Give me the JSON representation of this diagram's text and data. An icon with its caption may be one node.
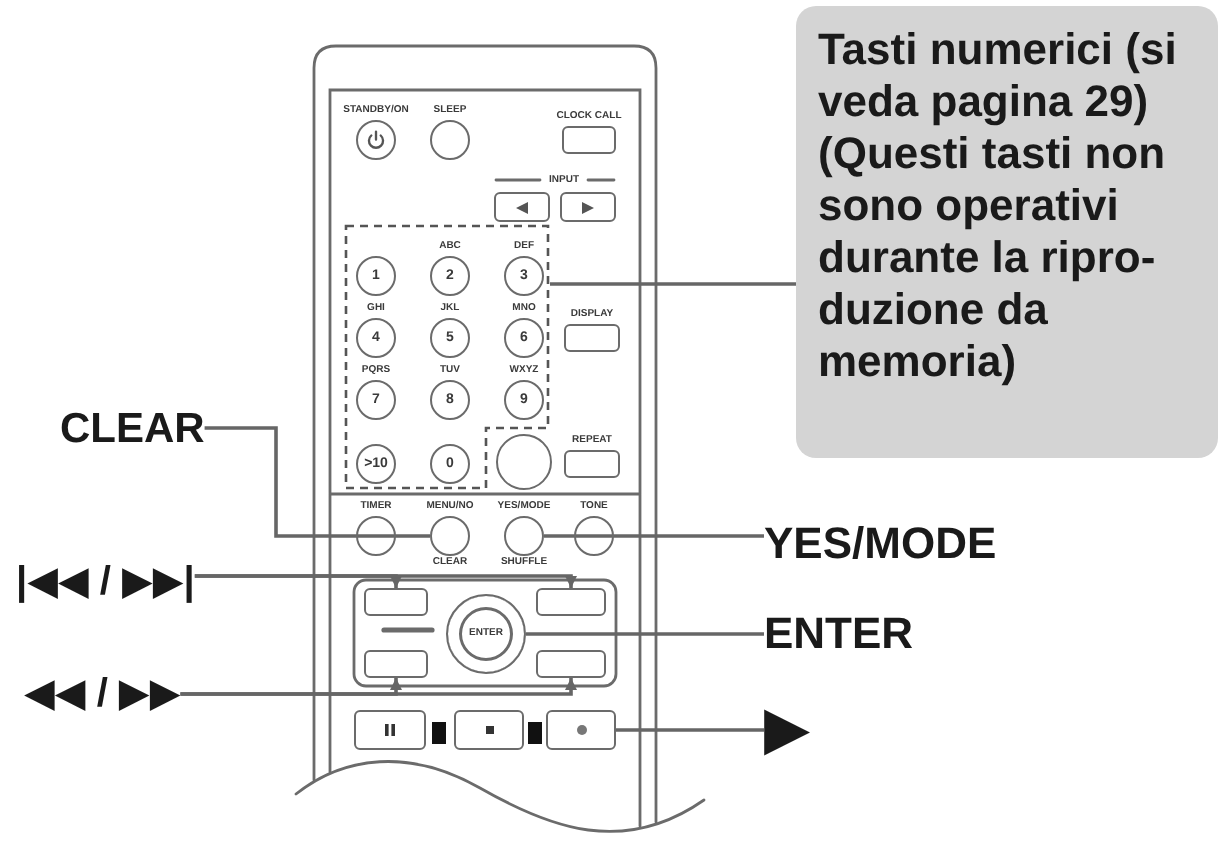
{
  "diagram": {
    "nodes": [
      {
        "text": [
          "Tasti numerici (si veda pagina 29)",
          "(Questi tasti non sono operativi durante la ripro-duzione da memoria)"
        ]
      },
      {
        "text": [
          "STANDBY/ON"
        ]
      },
      {
        "text": [
          "SLEEP"
        ]
      },
      {
        "text": [
          "CLOCK CALL"
        ]
      },
      {
        "text": [],
        "shape": "box"
      },
      {
        "text": [],
        "shape": "box"
      },
      {
        "text": [],
        "shape": "box"
      },
      {
        "text": [
          "1"
        ],
        "in": 6
      },
      {
        "text": [
          "ABC",
          "2"
        ],
        "in": 6
      },
      {
        "text": [
          "DEF",
          "3"
        ],
        "in": 6
      },
      {
        "text": [
          "GHI",
          "4"
        ],
        "in": 6
      },
      {
        "text": [
          "JKL",
          "5"
        ],
        "in": 6
      },
      {
        "text": [
          "MNO",
          "6"
        ],
        "in": 6
      },
      {
        "text": [
          "DISPLAY"
        ]
      },
      {
        "text": [
          "PQRS",
          "7"
        ],
        "in": 6
      },
      {
        "text": [
          "TUV",
          "8"
        ],
        "in": 6
      },
      {
        "text": [
          "WXYZ",
          "9"
        ],
        "in": 6
      },
      {
        "text": [
          ">10"
        ],
        "in": 6
      },
      {
        "text": [
          "0"
        ],
        "in": 6
      },
      {
        "text": [],
        "shape": "circle"
      },
      {
        "text": [
          "REPEAT"
        ]
      },
      {
        "text": [
          "CLEAR"
        ]
      },
      {
        "text": [
          "TIMER"
        ]
      },
      {
        "text": [
          "MENU/NO",
          "CLEAR"
        ]
      },
      {
        "text": [
          "YES/MODE",
          "SHUFFLE"
        ]
      },
      {
        "text": [
          "TONE"
        ]
      },
      {
        "text": [
          "YES/MODE"
        ]
      },
      {
        "text": [
          "|◀◀ / ▶▶|"
        ]
      },
      {
        "text": [],
        "shape": "box"
      },
      {
        "text": [],
        "shape": "box"
      },
      {
        "text": [
          "ENTER"
        ]
      },
      {
        "text": [
          "ENTER"
        ]
      },
      {
        "text": [],
        "shape": "box"
      },
      {
        "text": [],
        "shape": "box"
      },
      {
        "text": [
          "◀◀ / ▶▶"
        ]
      },
      {
        "text": [],
        "shape": "box"
      },
      {
        "text": [],
        "shape": "box"
      },
      {
        "text": [],
        "shape": "box"
      },
      {
        "text": [
          "▶"
        ]
      }
    ],
    "edges": [
      {
        "from": 0,
        "to": 6,
        "arrow": "none"
      },
      {
        "from": 21,
        "to": 23,
        "arrow": "none"
      },
      {
        "from": 26,
        "to": 24,
        "arrow": "none"
      },
      {
        "from": 27,
        "to": 28,
        "arrow": "to"
      },
      {
        "from": 27,
        "to": 29,
        "arrow": "to"
      },
      {
        "from": 31,
        "to": 30,
        "arrow": "none"
      },
      {
        "from": 34,
        "to": 32,
        "arrow": "to"
      },
      {
        "from": 34,
        "to": 33,
        "arrow": "to"
      },
      {
        "from": 38,
        "to": 37,
        "arrow": "none"
      }
    ],
    "labels": [
      "INPUT"
    ]
  }
}
